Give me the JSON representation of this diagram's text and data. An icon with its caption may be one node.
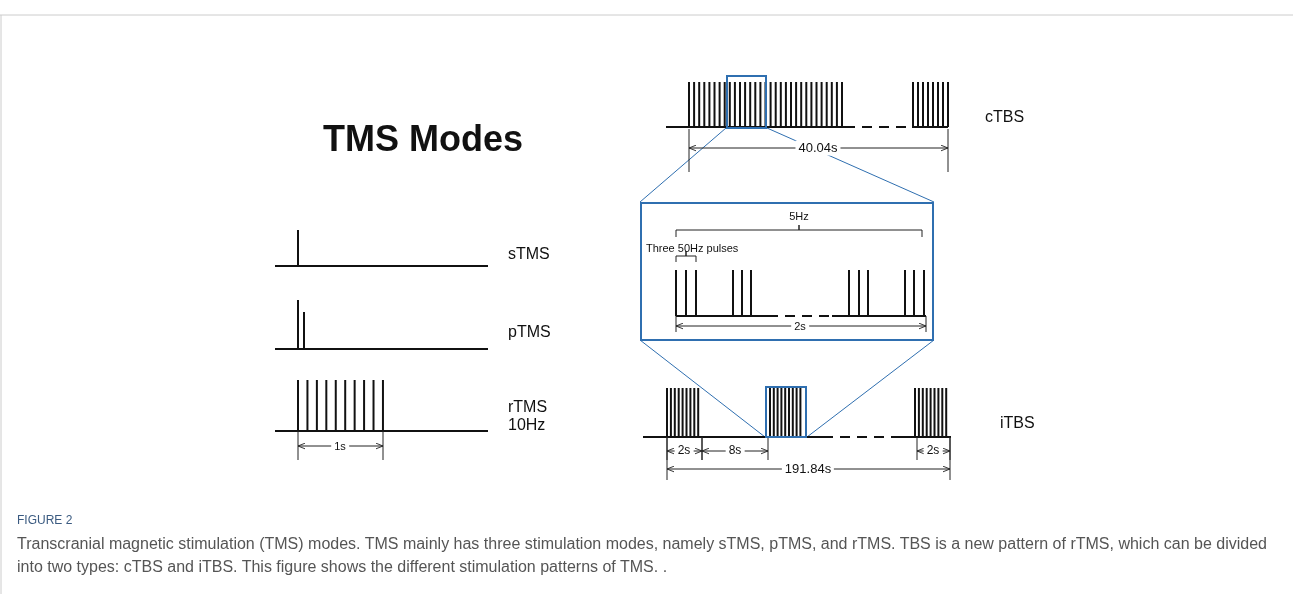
{
  "diagram": {
    "title": "TMS Modes",
    "caption": "Transcranial magnetic stimulation (TMS) modes. TMS mainly has three stimulation modes, namely sTMS, pTMS, and rTMS. TBS is a new pattern of rTMS, which can be divided into two types: cTBS and iTBS. This figure shows the different stimulation patterns of TMS. .",
    "nodes": [
      {
        "text": [],
        "shape": "box"
      },
      {
        "text": [
          "5Hz",
          "Three 50Hz pulses",
          "2s"
        ]
      },
      {
        "text": [],
        "shape": "box"
      }
    ],
    "edges": [
      {
        "from": 0,
        "to": 1,
        "arrow": "none"
      },
      {
        "from": 2,
        "to": 1,
        "arrow": "none"
      }
    ],
    "labels": [
      "cTBS",
      "40.04s",
      "sTMS",
      "pTMS",
      "rTMS 10Hz",
      "1s",
      "iTBS",
      "2s",
      "8s",
      "2s",
      "191.84s",
      "FIGURE 2"
    ]
  }
}
